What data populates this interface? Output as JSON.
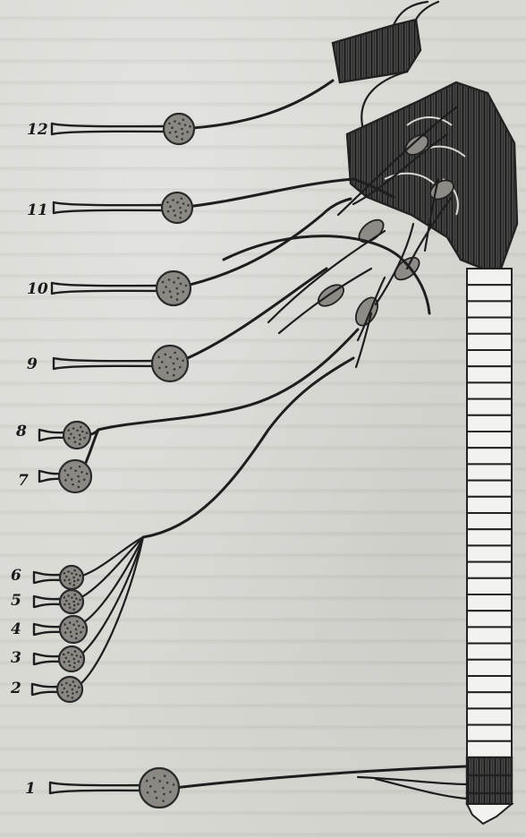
{
  "labels": {
    "n1": "1",
    "n2": "2",
    "n3": "3",
    "n4": "4",
    "n5": "5",
    "n6": "6",
    "n7": "7",
    "n8": "8",
    "n9": "9",
    "n10": "10",
    "n11": "11",
    "n12": "12"
  },
  "colors": {
    "paper": "#d9d9d4",
    "ink": "#1e1e1e",
    "ganglion": "#8b8884"
  }
}
